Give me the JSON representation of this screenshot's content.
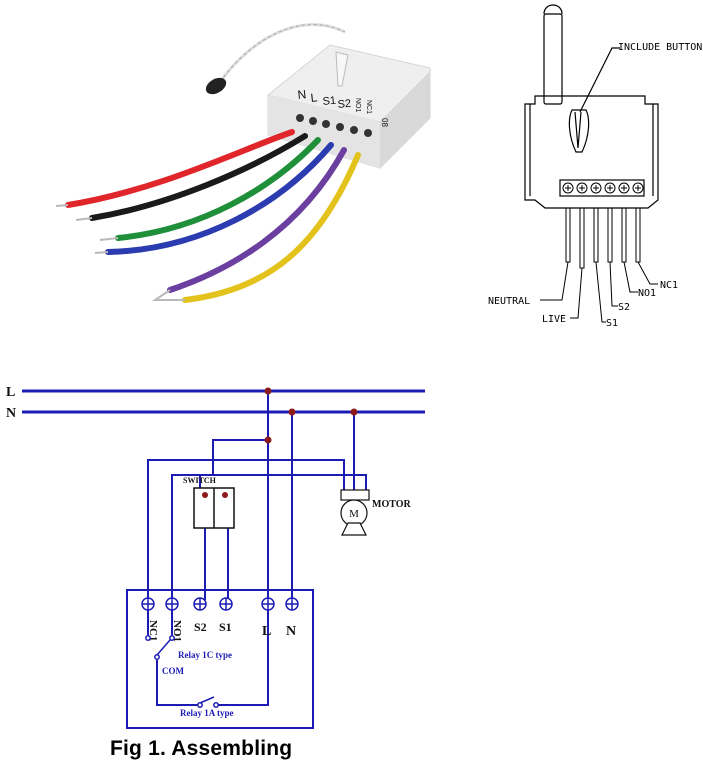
{
  "photo": {
    "terminal_labels": [
      "N",
      "L",
      "S1",
      "S2",
      "NO1",
      "NC1"
    ],
    "side_label": "08",
    "wire_colors": [
      "#e0262b",
      "#1a1a1a",
      "#1f8f3a",
      "#2b3bb0",
      "#6a3fa0",
      "#e3c21c"
    ]
  },
  "outline": {
    "include_button": "INCLUDE BUTTON",
    "pin_labels": {
      "neutral": "NEUTRAL",
      "live": "LIVE",
      "s1": "S1",
      "s2": "S2",
      "no1": "NO1",
      "nc1": "NC1"
    }
  },
  "wiring": {
    "line_labels": {
      "live": "L",
      "neutral": "N"
    },
    "switch_label": "SWITCH",
    "motor_label": "MOTOR",
    "motor_symbol": "M",
    "terminals": [
      "NC1",
      "NO1",
      "S2",
      "S1",
      "L",
      "N"
    ],
    "relay_1c": "Relay 1C type",
    "com": "COM",
    "relay_1a": "Relay 1A type",
    "wire_color": "#1c1cb5",
    "node_color": "#8b1a1a"
  },
  "caption": "Fig 1. Assembling"
}
